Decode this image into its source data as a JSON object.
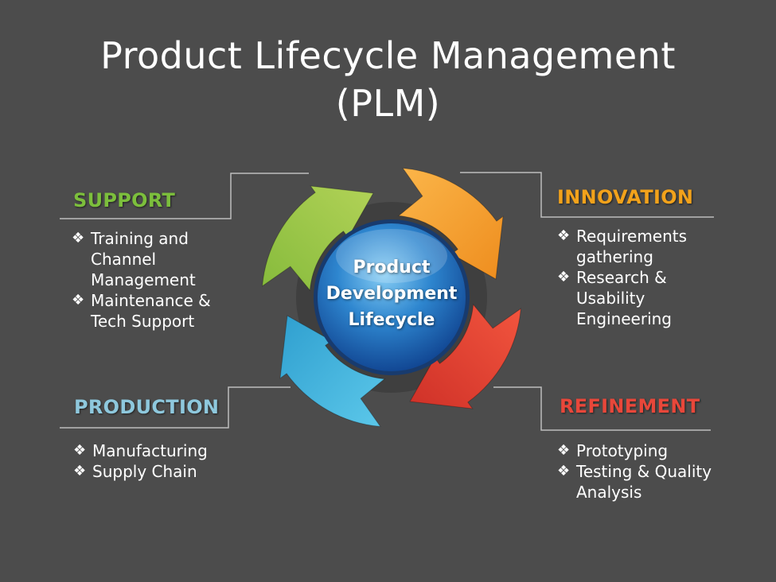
{
  "title": {
    "line1": "Product Lifecycle Management",
    "line2": "(PLM)"
  },
  "center": {
    "line1": "Product",
    "line2": "Development",
    "line3": "Lifecycle"
  },
  "bullet_glyph": "❖",
  "sections": {
    "support": {
      "heading": "SUPPORT",
      "color": "#7cbf3c",
      "items": [
        "Training and Channel Management",
        "Maintenance & Tech Support"
      ]
    },
    "innovation": {
      "heading": "INNOVATION",
      "color": "#f2a21b",
      "items": [
        "Requirements gathering",
        "Research & Usability Engineering"
      ]
    },
    "production": {
      "heading": "PRODUCTION",
      "color": "#8ec8dd",
      "items": [
        "Manufacturing",
        "Supply Chain"
      ]
    },
    "refinement": {
      "heading": "REFINEMENT",
      "color": "#e8473a",
      "items": [
        "Prototyping",
        "Testing & Quality Analysis"
      ]
    }
  },
  "cycle_colors": {
    "innovation_arrow": "#f6a33a",
    "refinement_arrow": "#e3463b",
    "production_arrow": "#41b9dc",
    "support_arrow": "#9bc54a",
    "center_circle": "#1f78c4"
  }
}
